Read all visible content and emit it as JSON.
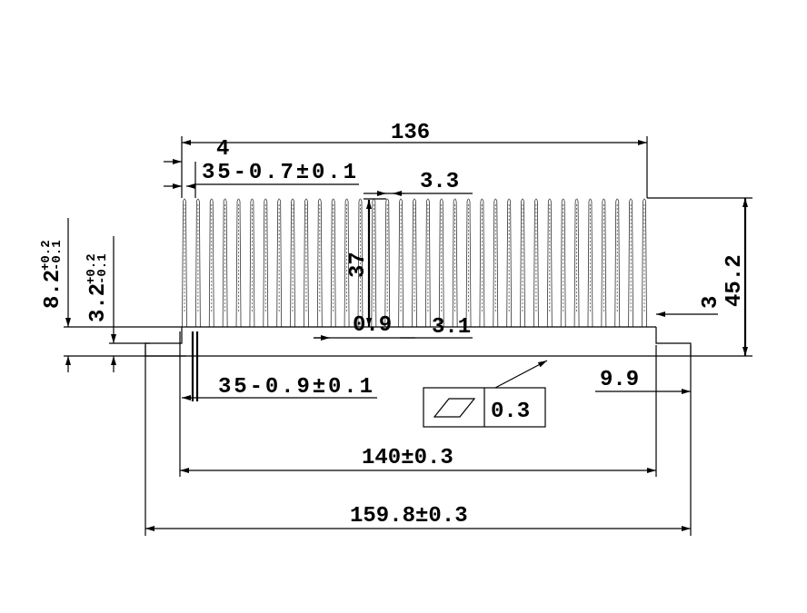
{
  "drawing": {
    "fin_count": 35,
    "dimensions": {
      "overall_fin_width": "136",
      "edge_offset": "4",
      "fin_tip": "35-0.7±0.1",
      "fin_pitch_top": "3.3",
      "fin_height": "37",
      "fin_gap": "0.9",
      "fin_pitch_base": "3.1",
      "total_height": "45.2",
      "base_thickness": "3",
      "fin_root": "35-0.9±0.1",
      "flange_width": "9.9",
      "body_width": "140±0.3",
      "overall_width": "159.8±0.3",
      "height_a": {
        "nominal": "8.2",
        "upper": "+0.2",
        "lower": "-0.1"
      },
      "height_b": {
        "nominal": "3.2",
        "upper": "+0.2",
        "lower": "-0.1"
      }
    },
    "flatness": {
      "symbol": "flatness-symbol",
      "tolerance": "0.3"
    }
  }
}
